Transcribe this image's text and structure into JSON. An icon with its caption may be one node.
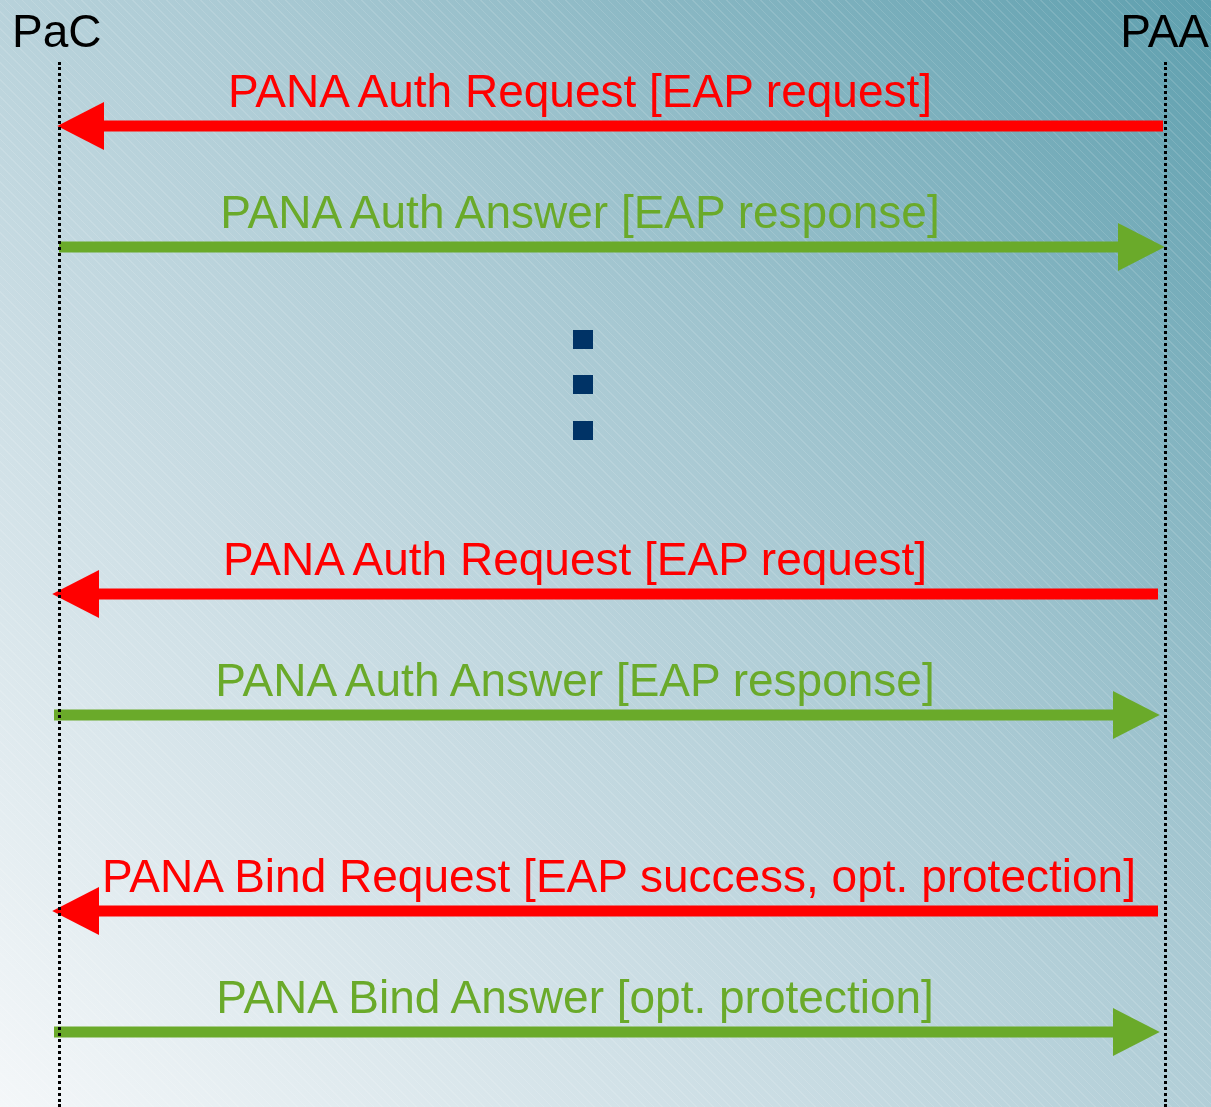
{
  "diagram": {
    "nodes": [
      {
        "text": [
          "PaC"
        ]
      },
      {
        "text": [
          "PAA"
        ]
      }
    ],
    "edges": [
      {
        "from": 1,
        "to": 0,
        "arrow": "to",
        "label": "PANA Auth Request [EAP request]",
        "color": "#ff0000"
      },
      {
        "from": 0,
        "to": 1,
        "arrow": "to",
        "label": "PANA Auth Answer [EAP response]",
        "color": "#6aaa2a"
      },
      {
        "from": 1,
        "to": 0,
        "arrow": "to",
        "label": "PANA Auth Request [EAP request]",
        "color": "#ff0000"
      },
      {
        "from": 0,
        "to": 1,
        "arrow": "to",
        "label": "PANA Auth Answer [EAP response]",
        "color": "#6aaa2a"
      },
      {
        "from": 1,
        "to": 0,
        "arrow": "to",
        "label": "PANA Bind Request [EAP success, opt. protection]",
        "color": "#ff0000"
      },
      {
        "from": 0,
        "to": 1,
        "arrow": "to",
        "label": "PANA Bind Answer [opt. protection]",
        "color": "#6aaa2a"
      }
    ]
  }
}
